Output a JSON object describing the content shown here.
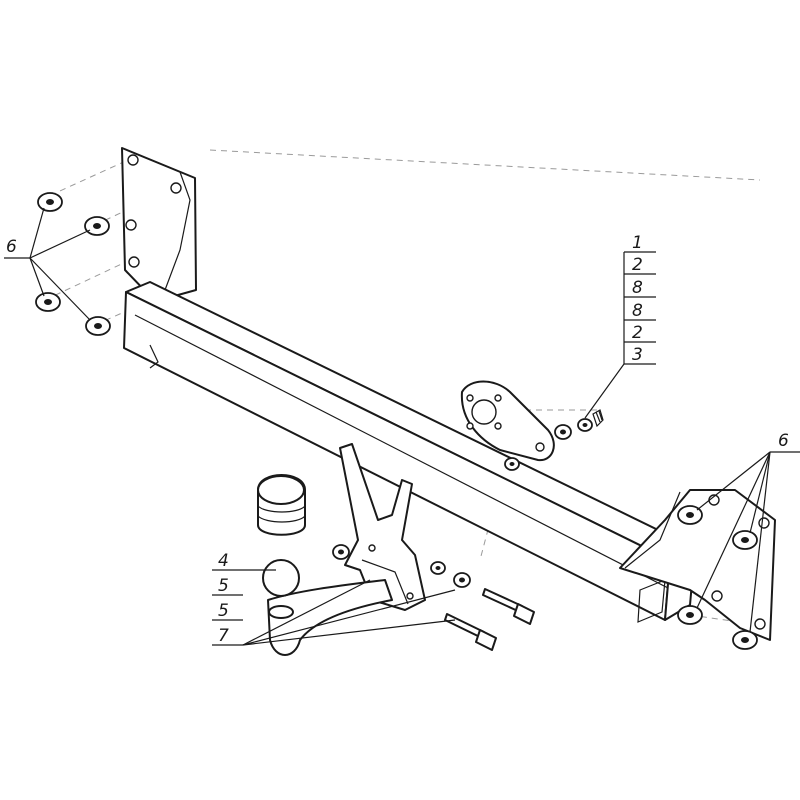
{
  "callouts": {
    "fasteners_stack": [
      "1",
      "2",
      "8",
      "8",
      "2",
      "3"
    ],
    "left_washers": "6",
    "right_washers": "6",
    "ball_stack": [
      "4",
      "5",
      "5",
      "7"
    ]
  },
  "colors": {
    "line": "#1a1a1a",
    "dashed_axis": "#9a9a9a",
    "background": "#ffffff"
  }
}
